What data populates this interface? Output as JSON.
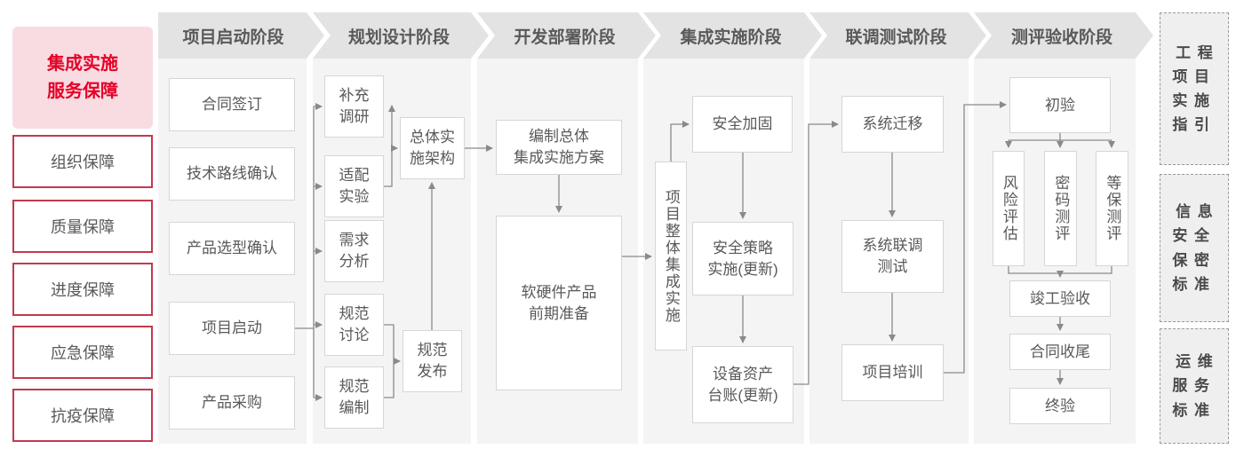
{
  "left_panel": {
    "title": [
      "集成实施",
      "服务保障"
    ],
    "items": [
      "组织保障",
      "质量保障",
      "进度保障",
      "应急保障",
      "抗疫保障"
    ]
  },
  "phases": [
    "项目启动阶段",
    "规划设计阶段",
    "开发部署阶段",
    "集成实施阶段",
    "联调测试阶段",
    "测评验收阶段"
  ],
  "flow": {
    "startup": [
      "合同签订",
      "技术路线确认",
      "产品选型确认",
      "项目启动",
      "产品采购"
    ],
    "planning": {
      "tasks": [
        [
          "补充",
          "调研"
        ],
        [
          "适配",
          "实验"
        ],
        [
          "需求",
          "分析"
        ],
        [
          "规范",
          "讨论"
        ],
        [
          "规范",
          "编制"
        ]
      ],
      "architecture": [
        "总体实",
        "施架构"
      ],
      "publish": [
        "规范",
        "发布"
      ]
    },
    "development": {
      "plan": [
        "编制总体",
        "集成实施方案"
      ],
      "prepare": [
        "软硬件产品",
        "前期准备"
      ]
    },
    "integration": {
      "main": "项目整体集成实施",
      "steps": [
        [
          "安全加固"
        ],
        [
          "安全策略",
          "实施(更新)"
        ],
        [
          "设备资产",
          "台账(更新)"
        ]
      ]
    },
    "testing": [
      [
        "系统迁移"
      ],
      [
        "系统联调",
        "测试"
      ],
      [
        "项目培训"
      ]
    ],
    "acceptance": {
      "initial": "初验",
      "evaluations": [
        "风险评估",
        "密码测评",
        "等保测评"
      ],
      "closing": [
        "竣工验收",
        "合同收尾",
        "终验"
      ]
    }
  },
  "right_panel": [
    [
      "工程",
      "项目",
      "实施",
      "指引"
    ],
    [
      "信息",
      "安全",
      "保密",
      "标准"
    ],
    [
      "运维",
      "服务",
      "标准"
    ]
  ],
  "colors": {
    "accent_red": "#e60027",
    "pink_bg": "#f8dce2",
    "guarantee_border_red": "#c13a4e",
    "panel_gray": "#f4f4f5",
    "chevron_gray": "#e3e3e4",
    "header_text": "#595959",
    "node_border": "#d6d6d6",
    "node_text": "#595959",
    "connector_gray": "#8a8a8a"
  }
}
